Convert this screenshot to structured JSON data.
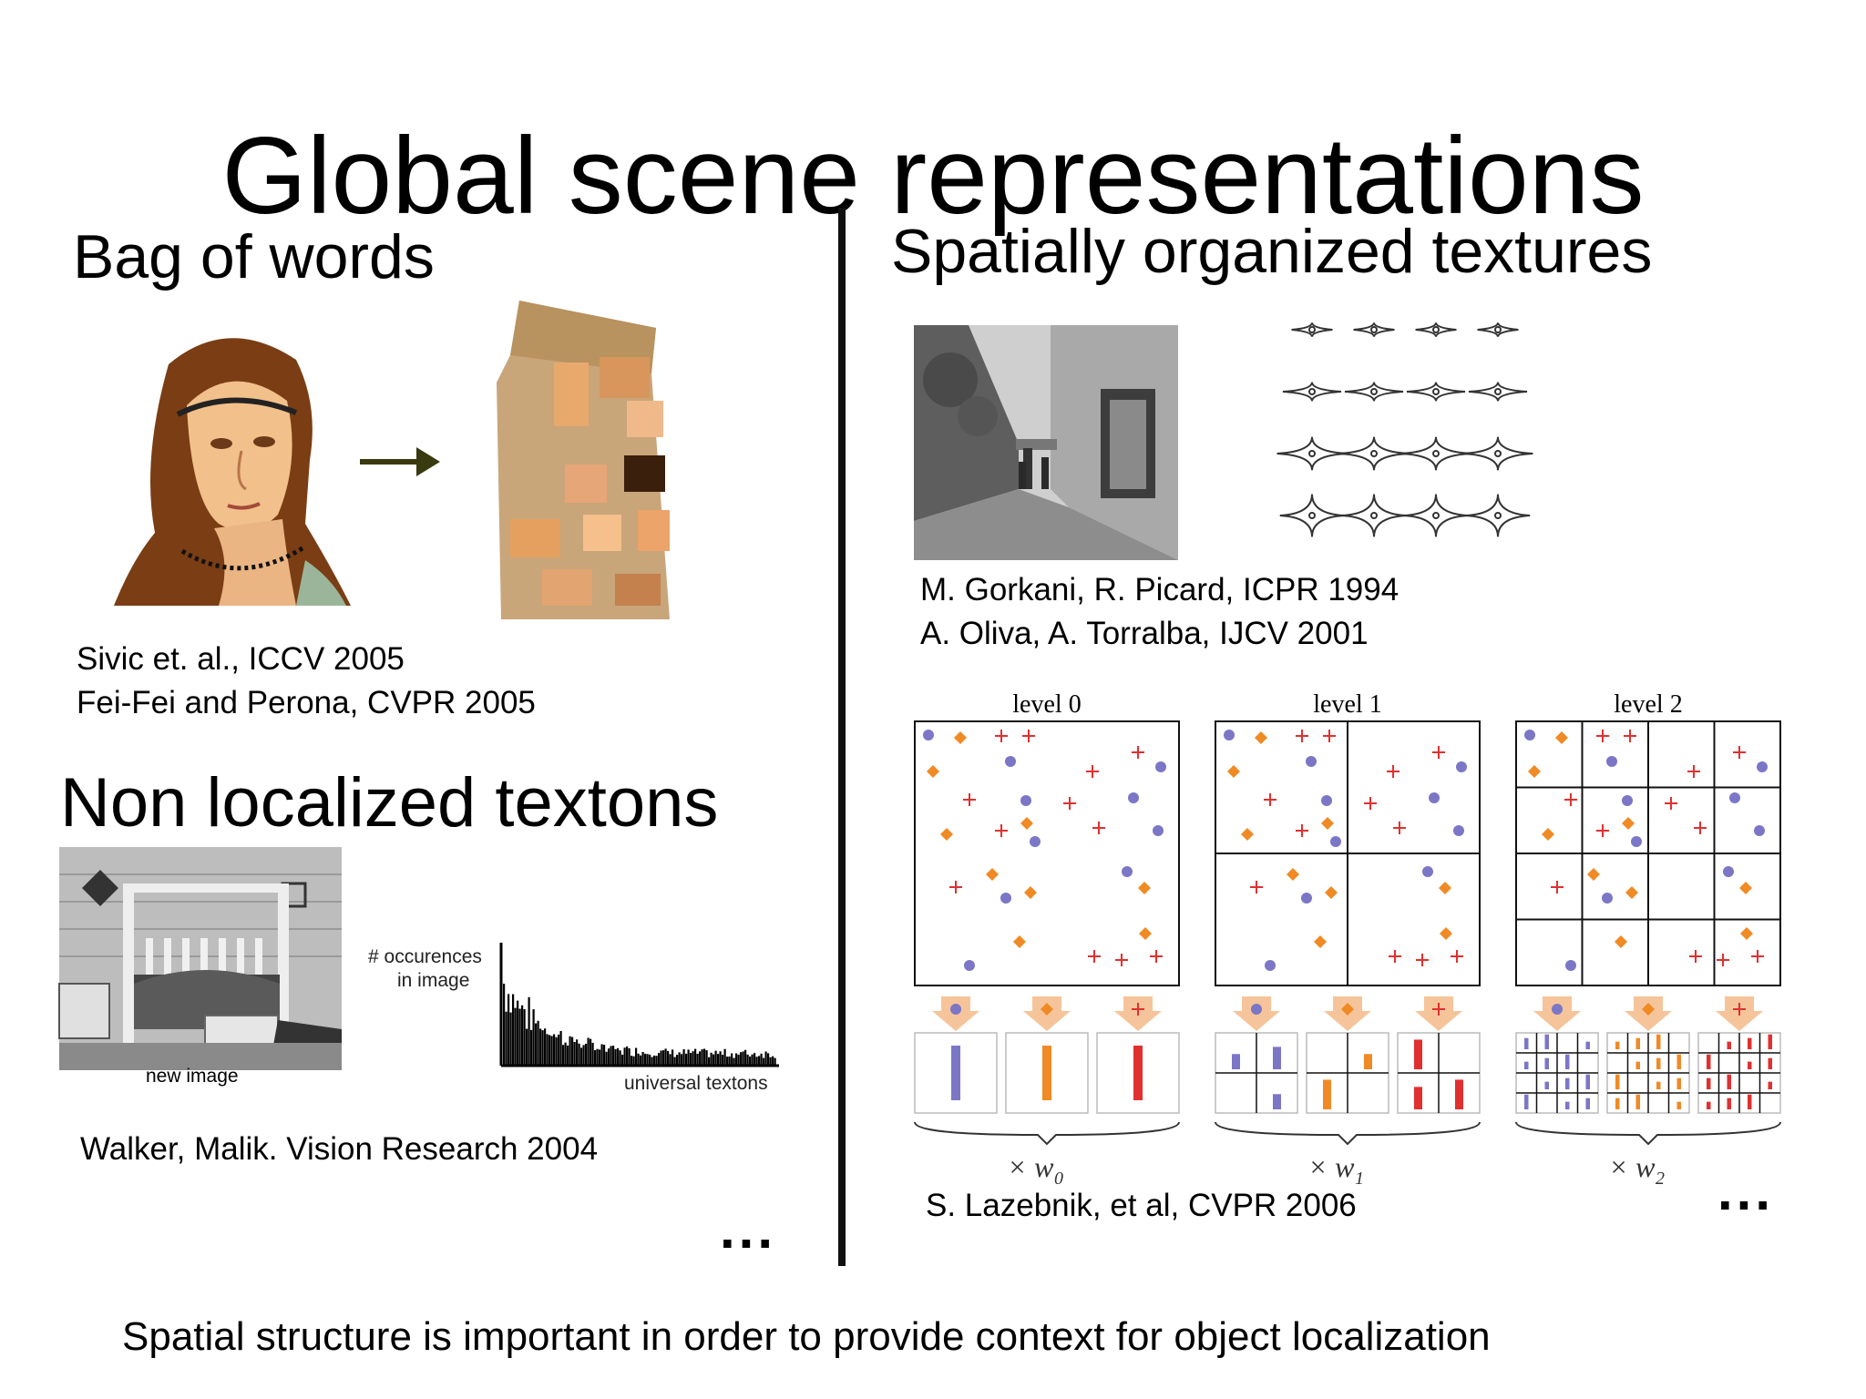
{
  "slide": {
    "title": "Global scene representations",
    "footer": "Spatial structure is important in order to provide context for object localization"
  },
  "left": {
    "bow": {
      "heading": "Bag of words",
      "citations": [
        "Sivic et. al., ICCV 2005",
        "Fei-Fei and Perona, CVPR 2005"
      ]
    },
    "textons": {
      "heading": "Non localized textons",
      "new_image_label": "new image",
      "hist_ylabel_line1": "# occurences",
      "hist_ylabel_line2": "in image",
      "hist_xlabel": "universal textons",
      "citation": "Walker, Malik. Vision Research 2004"
    },
    "ellipsis": "..."
  },
  "right": {
    "textures": {
      "heading": "Spatially organized textures",
      "citations": [
        "M. Gorkani, R. Picard, ICPR 1994",
        "A. Oliva, A. Torralba, IJCV 2001"
      ]
    },
    "pyramid": {
      "levels": [
        {
          "label": "level 0",
          "weight": "× w",
          "sub": "0"
        },
        {
          "label": "level 1",
          "weight": "× w",
          "sub": "1"
        },
        {
          "label": "level 2",
          "weight": "× w",
          "sub": "2"
        }
      ],
      "citation": "S. Lazebnik, et al, CVPR 2006"
    },
    "ellipsis": "...",
    "colors": {
      "circle": "#7b76c6",
      "diamond": "#f08a24",
      "cross": "#e03030"
    }
  }
}
